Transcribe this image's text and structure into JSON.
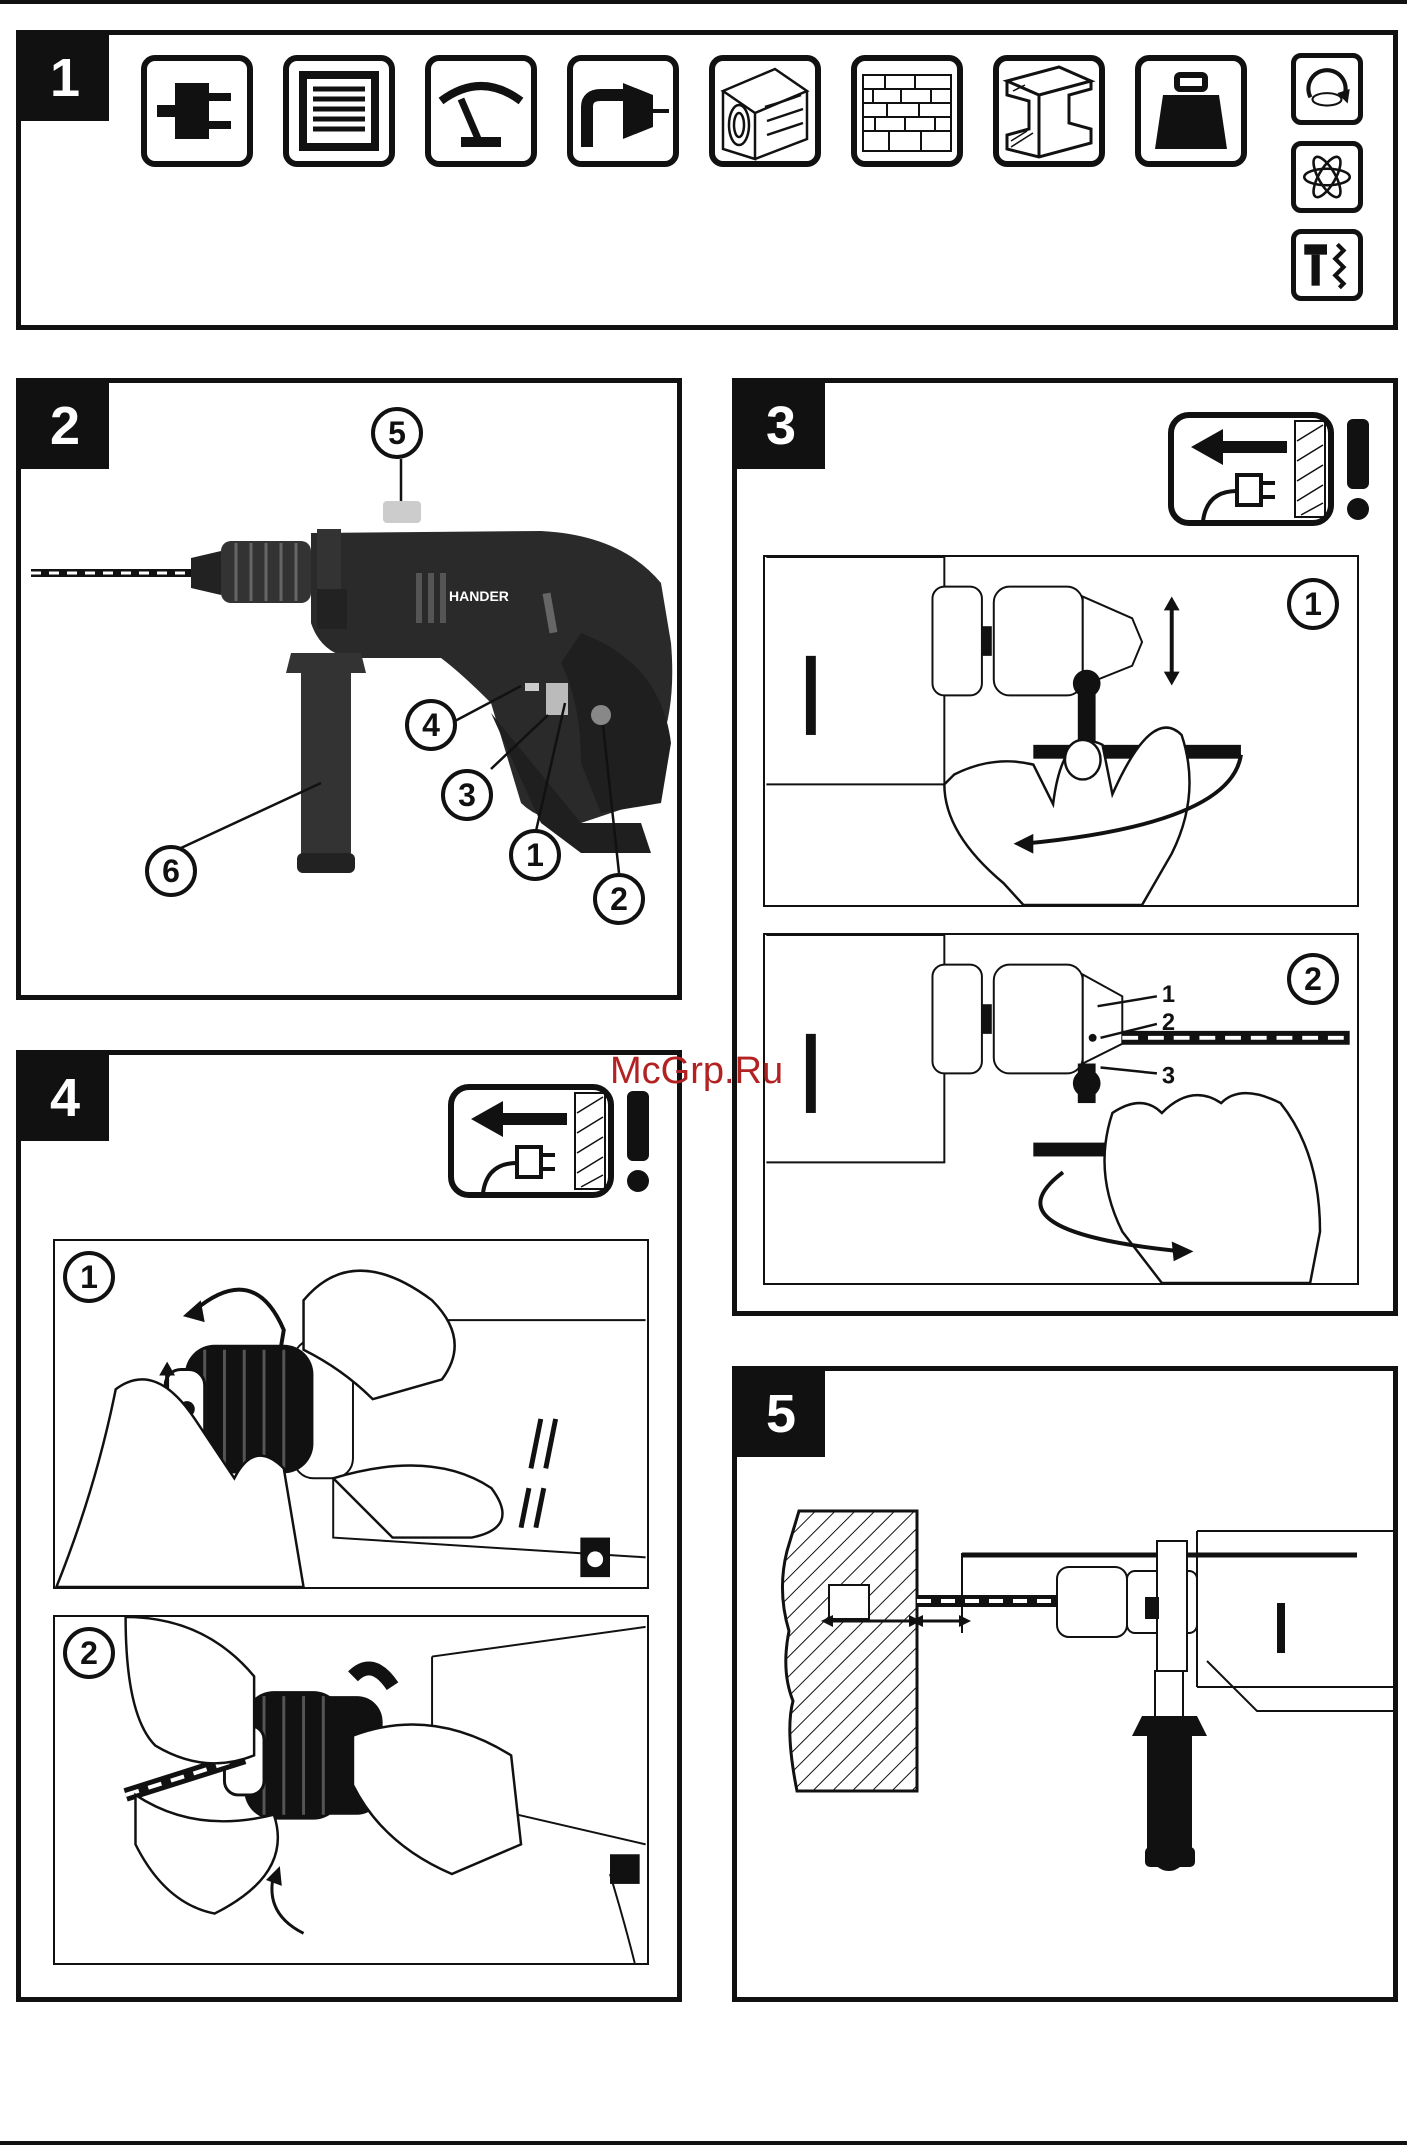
{
  "figures": {
    "f1": {
      "number": "1"
    },
    "f2": {
      "number": "2",
      "brand": "HANDER",
      "callouts": [
        "1",
        "2",
        "3",
        "4",
        "5",
        "6"
      ]
    },
    "f3": {
      "number": "3",
      "sub1": "1",
      "sub2": "2",
      "labels": [
        "1",
        "2",
        "3"
      ]
    },
    "f4": {
      "number": "4",
      "sub1": "1",
      "sub2": "2"
    },
    "f5": {
      "number": "5"
    }
  },
  "icons": [
    "plug-icon",
    "gearbox-icon",
    "speed-gauge-icon",
    "drill-chuck-icon",
    "wood-icon",
    "brick-wall-icon",
    "steel-beam-icon",
    "weight-icon",
    "rotation-icon",
    "vibration-icon",
    "hammer-drill-icon"
  ],
  "watermark": "McGrp.Ru"
}
